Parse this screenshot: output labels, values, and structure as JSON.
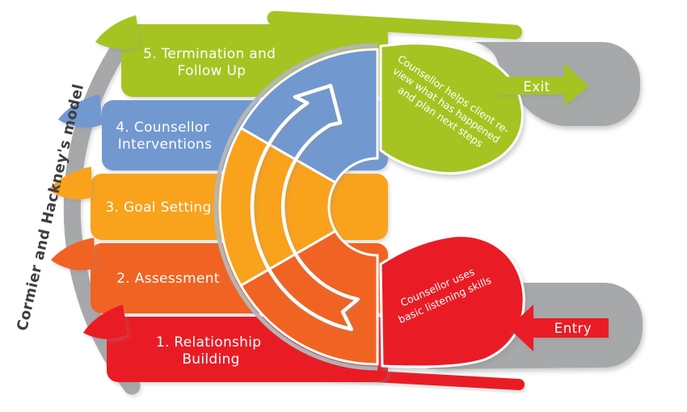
{
  "title": "Cormier and Hackney's model",
  "palette": {
    "green": "#a5c423",
    "blue": "#7298d0",
    "orange": "#f9a21c",
    "deep_orange": "#f16324",
    "red": "#e91c25",
    "gray": "#a7a8aa",
    "rim_gray": "#b4b6b8",
    "title_color": "#3f3f41",
    "label_color": "#ffffff"
  },
  "stages": [
    {
      "num": 1,
      "label": "1. Relationship Building",
      "lines": [
        "1. Relationship",
        "Building"
      ],
      "color": "#e91c25"
    },
    {
      "num": 2,
      "label": "2. Assessment",
      "lines": [
        "2. Assessment"
      ],
      "color": "#f16324"
    },
    {
      "num": 3,
      "label": "3. Goal Setting",
      "lines": [
        "3. Goal Setting"
      ],
      "color": "#f9a21c"
    },
    {
      "num": 4,
      "label": "4. Counsellor Interventions",
      "lines": [
        "4. Counsellor",
        "Interventions"
      ],
      "color": "#7298d0"
    },
    {
      "num": 5,
      "label": "5. Termination and Follow Up",
      "lines": [
        "5. Termination and",
        "Follow Up"
      ],
      "color": "#a5c423"
    }
  ],
  "annotations": [
    {
      "attached_stage": 5,
      "text": "Counsellor helps client re-view what has happened and plan next steps",
      "lines": [
        "Counsellor helps client re-",
        "view what has happened",
        "and plan next steps"
      ]
    },
    {
      "attached_stage": 1,
      "text": "Counsellor uses basic listening skills",
      "lines": [
        "Counsellor uses",
        "basic listening skills"
      ]
    }
  ],
  "flow": {
    "entry_label": "Entry",
    "exit_label": "Exit"
  }
}
